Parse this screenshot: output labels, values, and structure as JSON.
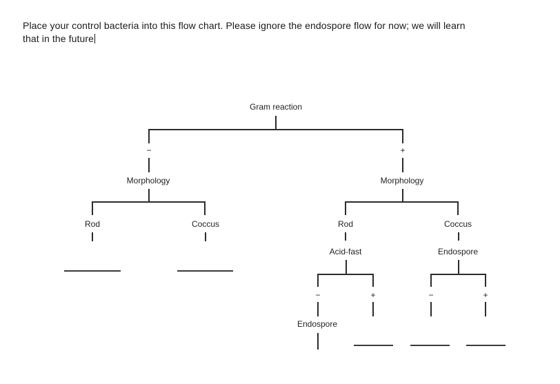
{
  "instruction": {
    "line1": "Place your control bacteria into this flow chart. Please ignore the endospore flow for now; we will learn",
    "line2": "that in the future"
  },
  "flowchart": {
    "root_label": "Gram reaction",
    "gram_negative_sign": "−",
    "gram_positive_sign": "+",
    "left_branch": {
      "morphology_label": "Morphology",
      "rod_label": "Rod",
      "coccus_label": "Coccus"
    },
    "right_branch": {
      "morphology_label": "Morphology",
      "rod_label": "Rod",
      "coccus_label": "Coccus",
      "acid_fast_label": "Acid-fast",
      "endospore_label": "Endospore",
      "acid_fast_negative_sign": "−",
      "acid_fast_positive_sign": "+",
      "acid_fast_negative_endospore_label": "Endospore",
      "endospore_negative_sign": "−",
      "endospore_positive_sign": "+"
    }
  }
}
